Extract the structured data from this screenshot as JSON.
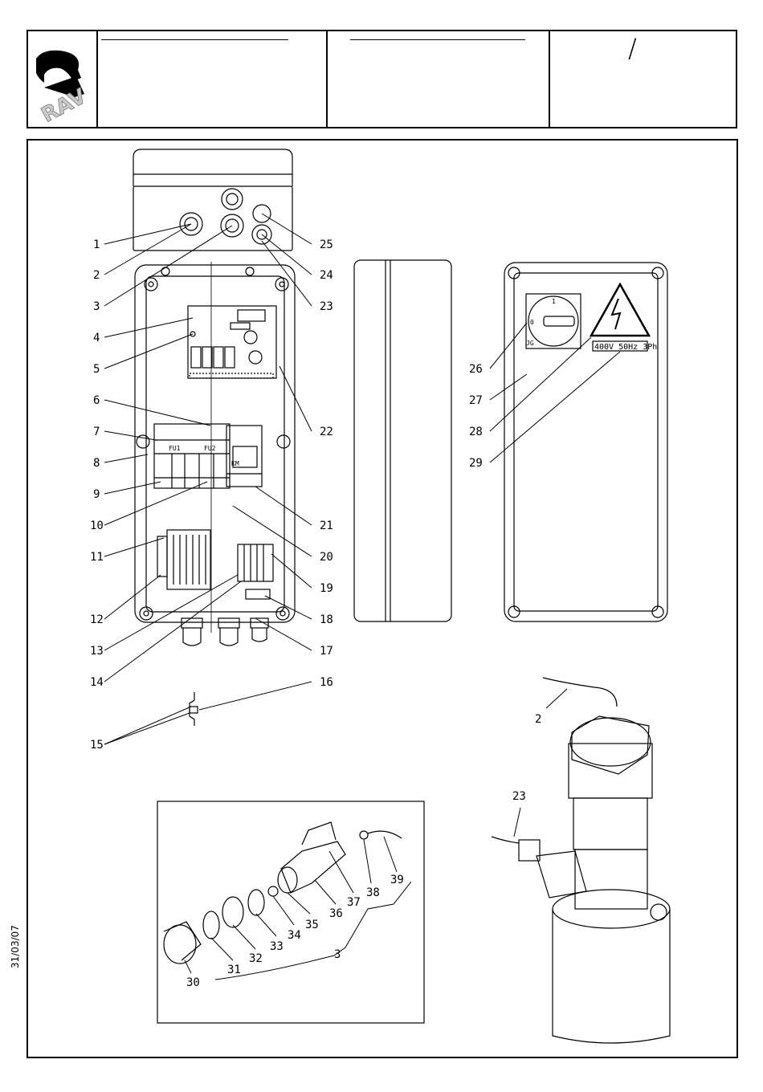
{
  "header": {
    "logo_text": "RAV",
    "page_mark": "/"
  },
  "date": "31/03/07",
  "sign": {
    "voltage": "400V 50Hz 3Ph"
  },
  "component_labels": {
    "fu1": "FU1",
    "fu2": "FU2",
    "km": "KM",
    "switch_0": "0",
    "switch_1": "1",
    "switch_code": "JG"
  },
  "callouts": {
    "left": [
      "1",
      "2",
      "3",
      "4",
      "5",
      "6",
      "7",
      "8",
      "9",
      "10",
      "11",
      "12",
      "13",
      "14",
      "15"
    ],
    "right": [
      "25",
      "24",
      "23",
      "22",
      "21",
      "20",
      "19",
      "18",
      "17",
      "16"
    ],
    "cover": [
      "26",
      "27",
      "28",
      "29"
    ],
    "detail": [
      "30",
      "31",
      "32",
      "33",
      "34",
      "35",
      "36",
      "37",
      "38",
      "39",
      "3"
    ],
    "motor": [
      "2",
      "23"
    ]
  }
}
